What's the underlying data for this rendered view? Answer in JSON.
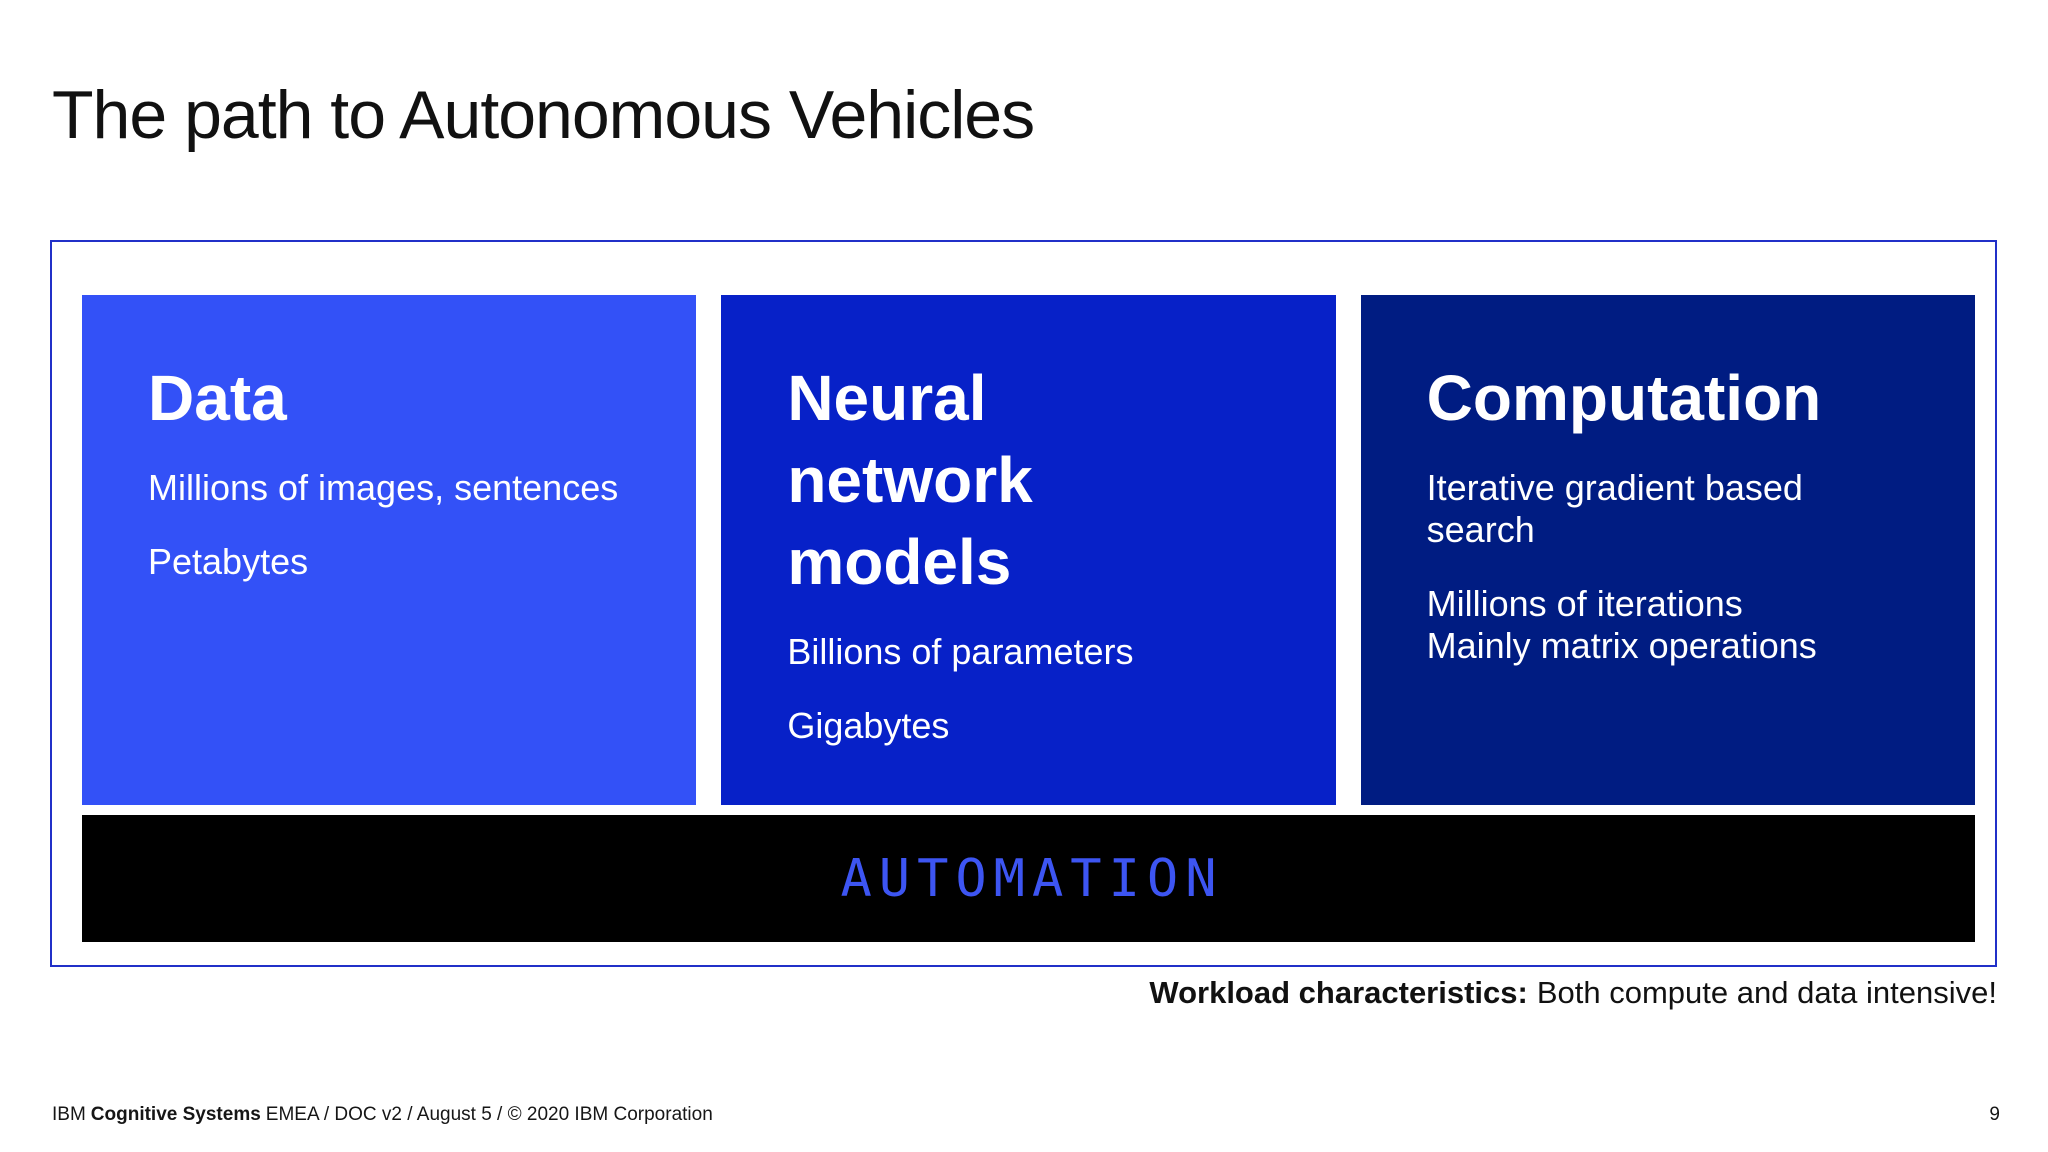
{
  "slide": {
    "title": "The path to Autonomous Vehicles",
    "page_number": "9",
    "footer": {
      "prefix": "IBM",
      "bold": "Cognitive Systems",
      "rest": "EMEA / DOC v2 / August 5 / © 2020 IBM Corporation"
    }
  },
  "caption": {
    "bold": "Workload characteristics:",
    "text": "Both compute and data intensive!"
  },
  "diagram": {
    "frame_border_color": "#2130c8",
    "automation": {
      "label": "AUTOMATION",
      "bar_color": "#000000",
      "text_color": "#3d55f2"
    },
    "boxes": [
      {
        "title": "Data",
        "color": "#3351f7",
        "body": [
          "Millions of images, sentences",
          "Petabytes"
        ]
      },
      {
        "title": "Neural\nnetwork\nmodels",
        "color": "#0721c8",
        "body": [
          "Billions of parameters",
          "Gigabytes"
        ]
      },
      {
        "title": "Computation",
        "color": "#001c82",
        "body": [
          "Iterative gradient based search",
          "Millions of iterations\nMainly matrix operations"
        ]
      }
    ]
  }
}
